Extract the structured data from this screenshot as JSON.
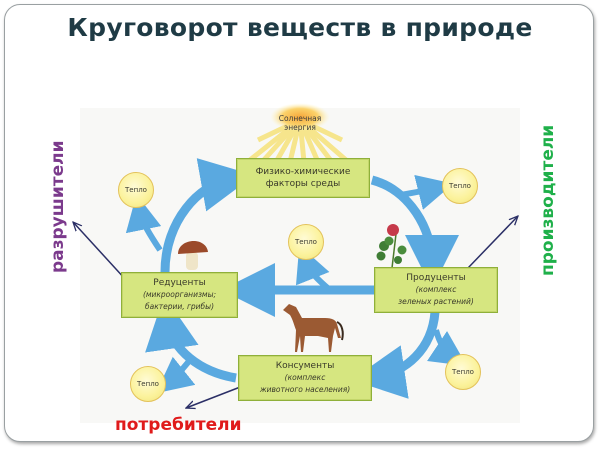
{
  "slide": {
    "title": "Круговорот веществ в природе"
  },
  "diagram": {
    "sun": {
      "icon": "sun-icon",
      "label_line1": "Солнечная",
      "label_line2": "энергия"
    },
    "boxes": {
      "factors": {
        "main": "Физико-химические",
        "main2": "факторы среды"
      },
      "reducers": {
        "main": "Редуценты",
        "sub": "(микроорганизмы;",
        "sub2": "бактерии, грибы)"
      },
      "producers": {
        "main": "Продуценты",
        "sub": "(комплекс",
        "sub2": "зеленых растений)"
      },
      "consumers": {
        "main": "Консументы",
        "sub": "(комплекс",
        "sub2": "животного населения)"
      }
    },
    "heat_nodes": [
      {
        "label": "Тепло"
      },
      {
        "label": "Тепло"
      },
      {
        "label": "Тепло"
      },
      {
        "label": "Тепло"
      },
      {
        "label": "Тепло"
      }
    ],
    "images": {
      "mushroom": "mushroom-icon",
      "clover": "clover-icon",
      "horse": "horse-icon"
    },
    "arrow_color": "#5aa9e0",
    "box_color": "#d6e680"
  },
  "annotations": {
    "destroyers": {
      "text": "разрушители",
      "color": "#7b3a8c"
    },
    "producers": {
      "text": "производители",
      "color": "#1fb04a"
    },
    "consumers": {
      "text": "потребители",
      "color": "#e01b1b"
    }
  }
}
